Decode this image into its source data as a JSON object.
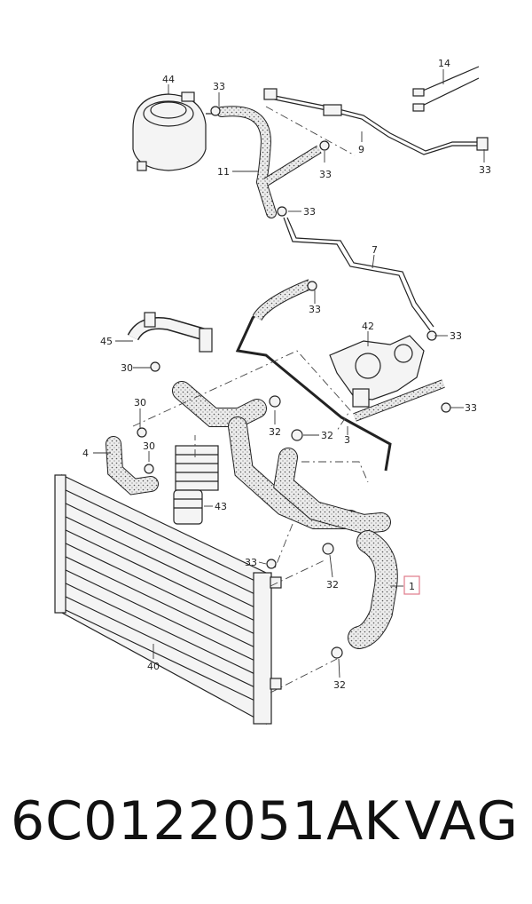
{
  "diagram": {
    "callouts": {
      "c44": "44",
      "c33a": "33",
      "c14": "14",
      "c9": "9",
      "c33b": "33",
      "c11": "11",
      "c33c": "33",
      "c33d": "33",
      "c7": "7",
      "c33e": "33",
      "c45": "45",
      "c42": "42",
      "c33f": "33",
      "c30a": "30",
      "c30b": "30",
      "c33g": "33",
      "c32a": "32",
      "c32b": "32",
      "c3": "3",
      "c4": "4",
      "c30c": "30",
      "c43": "43",
      "c33h": "33",
      "c32c": "32",
      "c1": "1",
      "c40": "40",
      "c32d": "32"
    },
    "highlight_color": "#e07a8a"
  },
  "footer": {
    "part_number": "6C0122051AK",
    "brand": "VAG"
  }
}
